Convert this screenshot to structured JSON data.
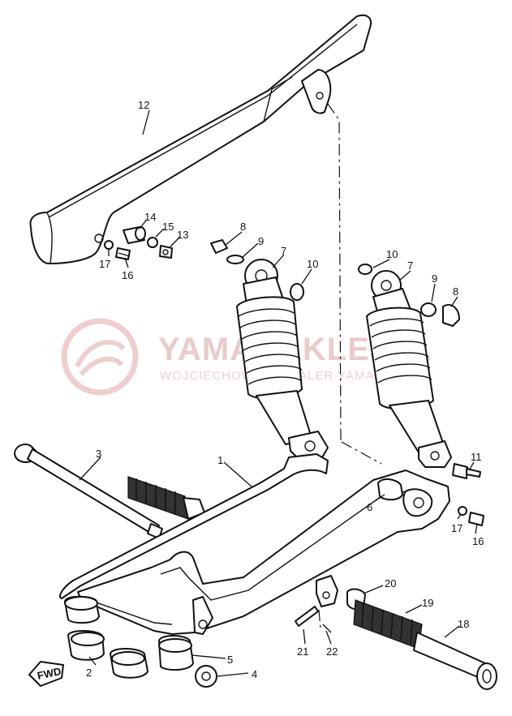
{
  "callouts": [
    {
      "id": "c1",
      "text": "1"
    },
    {
      "id": "c2",
      "text": "2"
    },
    {
      "id": "c3",
      "text": "3"
    },
    {
      "id": "c4",
      "text": "4"
    },
    {
      "id": "c5",
      "text": "5"
    },
    {
      "id": "c6",
      "text": "6"
    },
    {
      "id": "c7a",
      "text": "7"
    },
    {
      "id": "c7b",
      "text": "7"
    },
    {
      "id": "c8a",
      "text": "8"
    },
    {
      "id": "c8b",
      "text": "8"
    },
    {
      "id": "c9a",
      "text": "9"
    },
    {
      "id": "c9b",
      "text": "9"
    },
    {
      "id": "c10a",
      "text": "10"
    },
    {
      "id": "c10b",
      "text": "10"
    },
    {
      "id": "c11",
      "text": "11"
    },
    {
      "id": "c12",
      "text": "12"
    },
    {
      "id": "c13",
      "text": "13"
    },
    {
      "id": "c14",
      "text": "14"
    },
    {
      "id": "c15",
      "text": "15"
    },
    {
      "id": "c16a",
      "text": "16"
    },
    {
      "id": "c16b",
      "text": "16"
    },
    {
      "id": "c17a",
      "text": "17"
    },
    {
      "id": "c17b",
      "text": "17"
    },
    {
      "id": "c18",
      "text": "18"
    },
    {
      "id": "c19",
      "text": "19"
    },
    {
      "id": "c20",
      "text": "20"
    },
    {
      "id": "c21",
      "text": "21"
    },
    {
      "id": "c22",
      "text": "22"
    }
  ],
  "fwd_label": "FWD",
  "watermark": {
    "title": "YAMAHAKLEJEL",
    "subtitle": "WOJCIECHOWSKI DEALER YAMAHA",
    "color": "#e7c2c2"
  }
}
